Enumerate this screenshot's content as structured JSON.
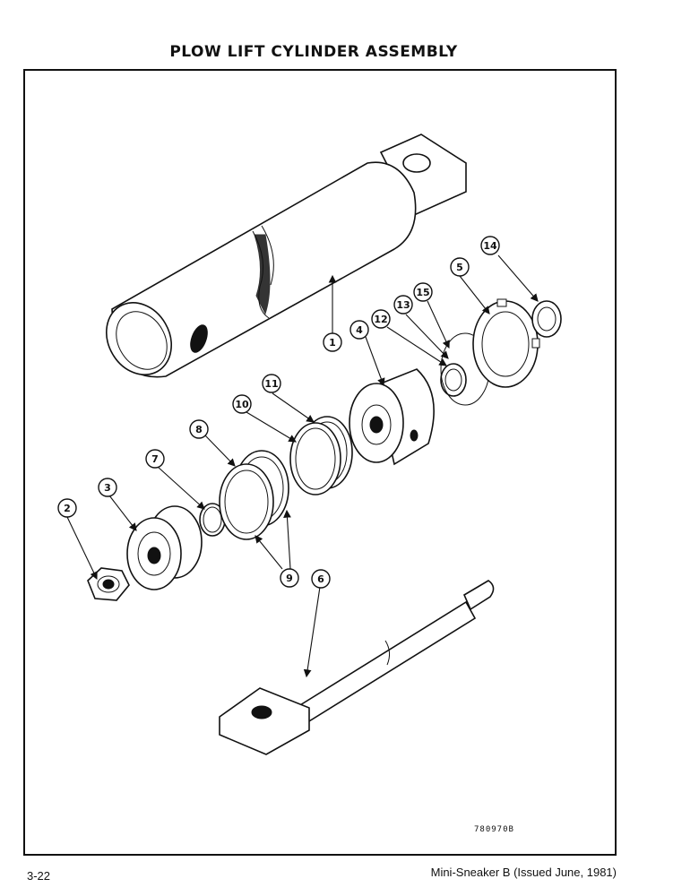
{
  "title": "PLOW LIFT CYLINDER ASSEMBLY",
  "drawing_id": "780970B",
  "page_number": "3-22",
  "footer": "Mini-Sneaker B (Issued June, 1981)",
  "callouts": [
    "1",
    "2",
    "3",
    "4",
    "5",
    "6",
    "7",
    "8",
    "9",
    "10",
    "11",
    "12",
    "13",
    "14",
    "15"
  ]
}
